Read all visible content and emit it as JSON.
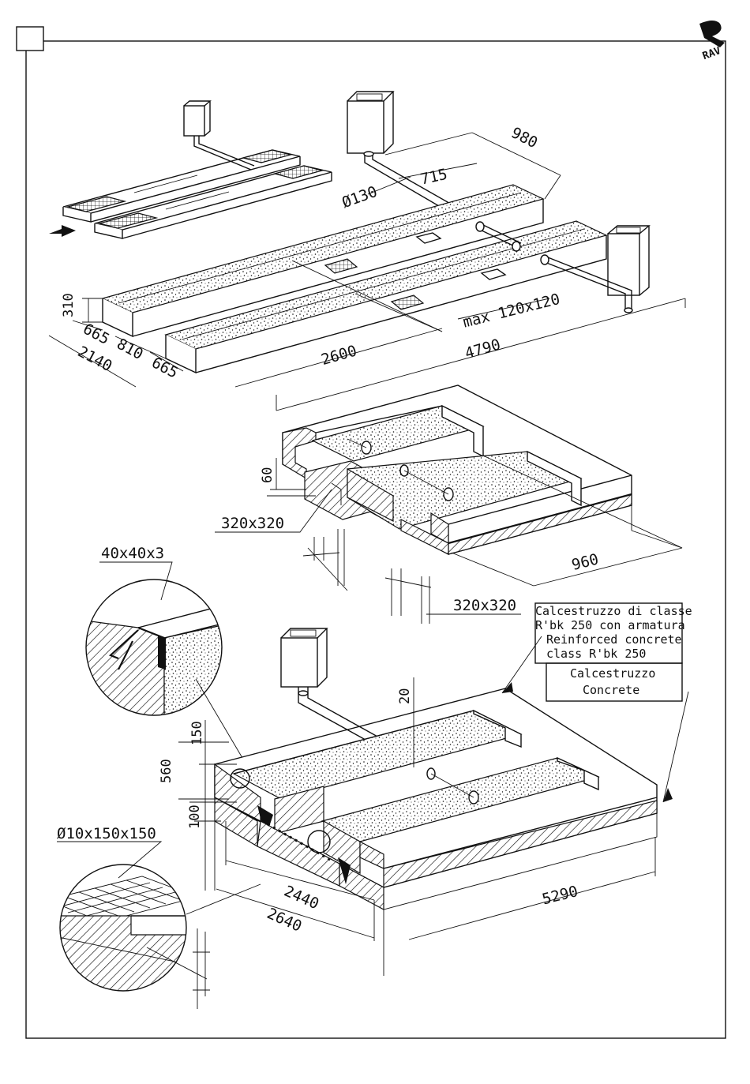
{
  "logo": {
    "text": "RAV"
  },
  "top_view": {
    "dims": {
      "d980": "980",
      "d715": "715",
      "pipe": "Ø130",
      "h310": "310",
      "w665a": "665",
      "w810": "810",
      "w2140": "2140",
      "w665b": "665",
      "len2600": "2600",
      "len4790": "4790",
      "max_opening": "max 120x120"
    }
  },
  "middle_view": {
    "dims": {
      "h60": "60",
      "sq_left": "320x320",
      "sq_right": "320x320",
      "w960": "960"
    }
  },
  "angle_detail": {
    "label": "40x40x3"
  },
  "mesh_detail": {
    "label": "Ø10x150x150"
  },
  "bottom_view": {
    "dims": {
      "h150": "150",
      "h560": "560",
      "h100": "100",
      "h20": "20",
      "w2440": "2440",
      "w2640": "2640",
      "len5290": "5290"
    }
  },
  "legend": {
    "reinforced_it_1": "Calcestruzzo di classe",
    "reinforced_it_2": "R'bk 250 con armatura",
    "reinforced_en_1": "Reinforced concrete",
    "reinforced_en_2": "class R'bk 250",
    "concrete_it": "Calcestruzzo",
    "concrete_en": "Concrete"
  }
}
